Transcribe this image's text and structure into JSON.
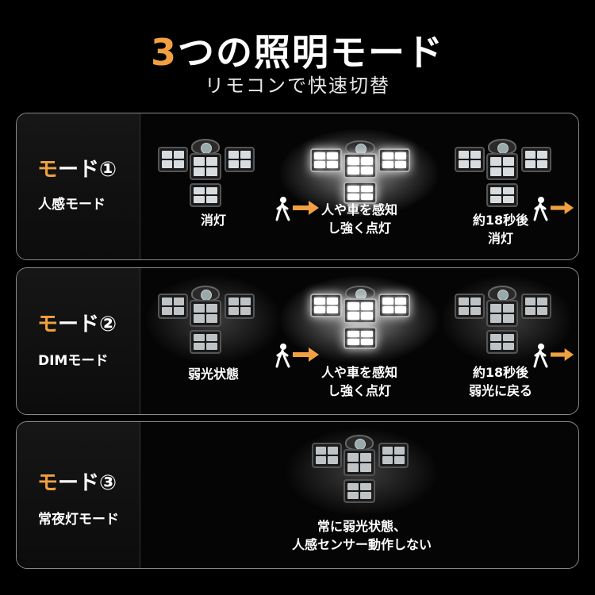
{
  "header": {
    "title_accent": "3",
    "title_rest": "つの照明モード",
    "subtitle": "リモコンで快速切替"
  },
  "modes": [
    {
      "label_prefix": "モ",
      "label_rest": "ード①",
      "sub": "人感モード",
      "steps": [
        {
          "state": "off",
          "caption": "消灯"
        },
        {
          "state": "bright",
          "caption": "人や車を感知\nし強く点灯"
        },
        {
          "state": "off",
          "caption": "約18秒後\n消灯"
        }
      ]
    },
    {
      "label_prefix": "モ",
      "label_rest": "ード②",
      "sub": "DIMモード",
      "steps": [
        {
          "state": "dim",
          "caption": "弱光状態"
        },
        {
          "state": "bright",
          "caption": "人や車を感知\nし強く点灯"
        },
        {
          "state": "dim",
          "caption": "約18秒後\n弱光に戻る"
        }
      ]
    },
    {
      "label_prefix": "モ",
      "label_rest": "ード③",
      "sub": "常夜灯モード",
      "steps": [
        {
          "state": "dim",
          "caption": "常に弱光状態、\n人感センサー動作しない"
        }
      ]
    }
  ],
  "colors": {
    "accent": "#f0a040",
    "background": "#000000",
    "panel_border": "#8a8a8a"
  },
  "icons": [
    "walking-person-icon",
    "arrow-right-icon",
    "solar-lamp-icon"
  ]
}
